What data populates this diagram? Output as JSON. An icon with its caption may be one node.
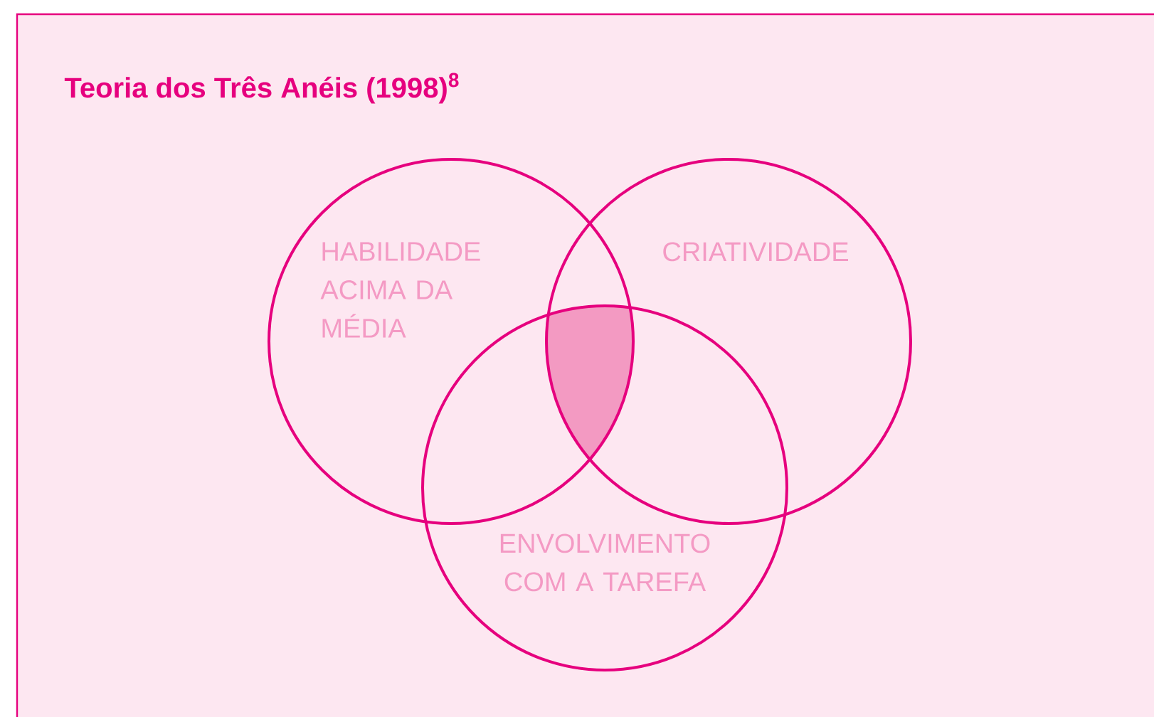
{
  "diagram": {
    "title": "Teoria dos Três Anéis (1998)$^{8}$",
    "nodes": [
      {
        "text": [
          "HABILIDADE ACIMA DA MÉDIA"
        ]
      },
      {
        "text": [
          "CRIATIVIDADE"
        ]
      },
      {
        "text": [
          "ENVOLVIMENTO COM A TAREFA"
        ]
      }
    ]
  }
}
